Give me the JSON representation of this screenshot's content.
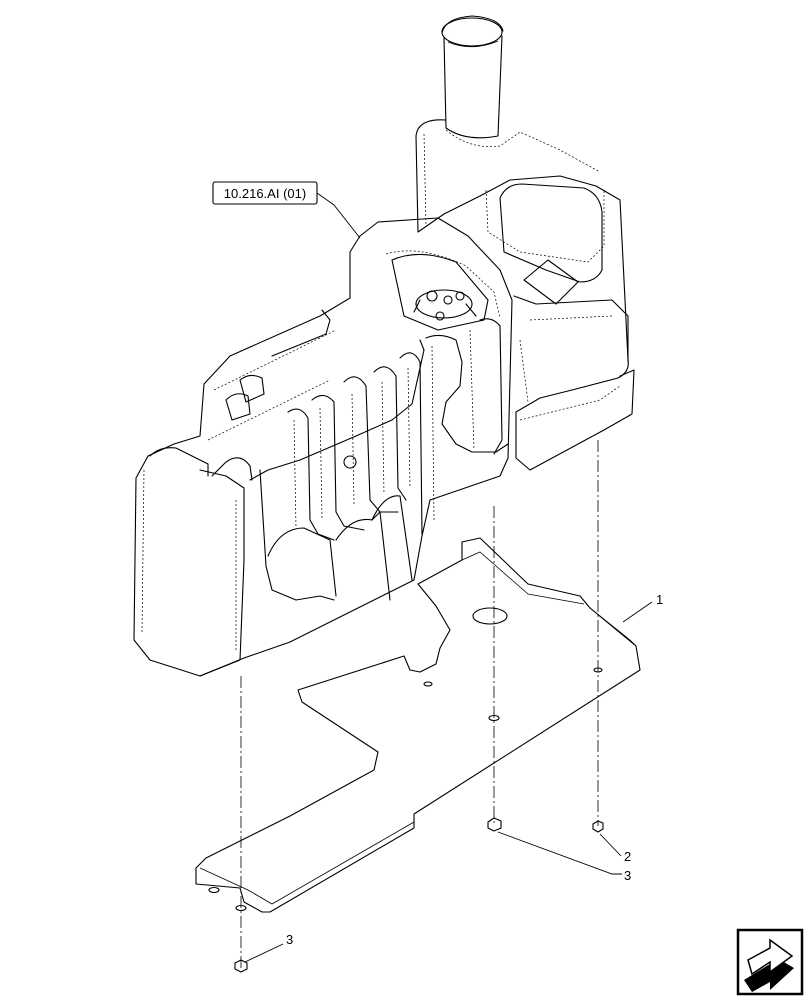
{
  "reference_label": "10.216.AI (01)",
  "callouts": {
    "shield": "1",
    "nut_right_2": "2",
    "nut_right_3": "3",
    "nut_left_3": "3"
  },
  "nav_icon": "next-page-arrow-icon"
}
